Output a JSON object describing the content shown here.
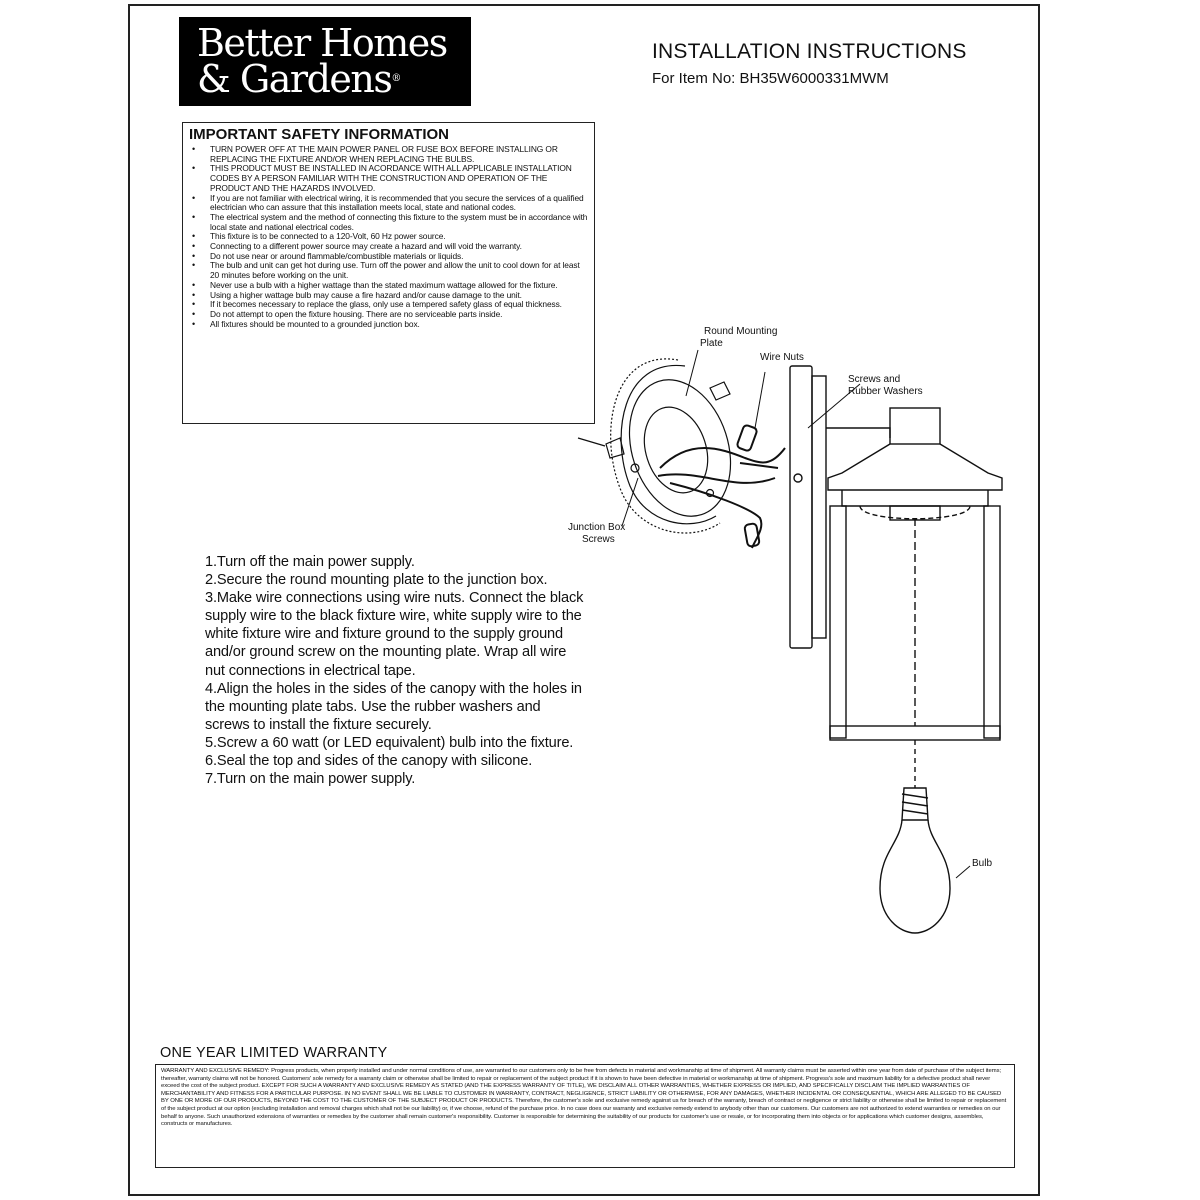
{
  "brand": {
    "line1": "Better Homes",
    "line2": "& Gardens",
    "registered_mark": "®"
  },
  "header": {
    "title": "INSTALLATION INSTRUCTIONS",
    "item_number": "For Item No: BH35W6000331MWM"
  },
  "safety": {
    "heading": "IMPORTANT SAFETY INFORMATION",
    "items": [
      "TURN POWER OFF AT THE MAIN POWER PANEL OR FUSE BOX BEFORE INSTALLING OR REPLACING THE FIXTURE AND/OR WHEN REPLACING THE BULBS.",
      "THIS PRODUCT MUST BE INSTALLED IN ACORDANCE WITH ALL APPLICABLE INSTALLATION CODES BY A PERSON FAMILIAR WITH THE CONSTRUCTION AND OPERATION OF THE PRODUCT AND THE HAZARDS INVOLVED.",
      "If you are not familiar with electrical wiring, it is recommended that you secure the services of a qualified electrician who can assure that this installation meets local, state and national codes.",
      "The electrical system and the method of connecting this fixture to the system must be in accordance with local state and national electrical codes.",
      "This fixture is to be connected to a 120-Volt, 60 Hz power source.",
      "Connecting to a different power source may create a hazard and will void the warranty.",
      "Do not use near or around flammable/combustible materials or liquids.",
      "The bulb and unit can get hot during use. Turn off the power and allow the unit to cool down for at least 20 minutes before working on the unit.",
      "Never use a bulb with a higher wattage than the stated maximum wattage allowed for the fixture.",
      "Using a higher wattage bulb may cause a fire hazard and/or cause damage to the unit.",
      "If it becomes necessary to replace the glass, only use a tempered safety glass of equal thickness.",
      "Do not attempt to open the fixture housing. There are no serviceable parts inside.",
      "All fixtures should be mounted to a grounded junction box."
    ]
  },
  "steps": [
    "1.Turn off the main power supply.",
    "2.Secure the round mounting plate to the junction box.",
    "3.Make wire connections using wire nuts. Connect the black supply wire to the black fixture wire, white supply wire to the white fixture wire and fixture ground to the supply ground and/or ground screw  on the mounting plate. Wrap all wire nut connections in electrical tape.",
    "4.Align the holes in the sides of the canopy with the holes in the mounting plate tabs. Use the rubber washers and screws to install the fixture securely.",
    "5.Screw a 60 watt (or LED equivalent) bulb into the fixture.",
    "6.Seal the top and sides of the canopy with silicone.",
    "7.Turn on the main power supply."
  ],
  "diagram": {
    "labels": {
      "mounting_plate_1": "Round Mounting",
      "mounting_plate_2": "Plate",
      "wire_nuts": "Wire Nuts",
      "screws_1": "Screws and",
      "screws_2": "Rubber Washers",
      "junction_1": "Junction Box",
      "junction_2": "Screws",
      "bulb": "Bulb"
    }
  },
  "warranty": {
    "title": "ONE YEAR LIMITED WARRANTY",
    "text": "WARRANTY AND EXCLUSIVE REMEDY: Progress products, when properly installed and under normal conditions of use, are warranted to our customers only to be free from defects in material and workmanship at time of shipment. All warranty claims must be asserted within one year from date of purchase of the subject items; thereafter, warranty claims will not be honored. Customers' sole remedy for a warranty claim or otherwise shall be limited to repair or replacement of the subject product if it is shown to have been defective in material or workmanship at time of shipment. Progress's sole and maximum liability for a defective product shall never exceed the cost of the subject product. EXCEPT FOR SUCH A WARRANTY AND EXCLUSIVE REMEDY AS STATED (AND THE EXPRESS WARRANTY OF TITLE), WE DISCLAIM ALL OTHER WARRANTIES, WHETHER EXPRESS OR IMPLIED, AND SPECIFICALLY DISCLAIM THE IMPLIED WARRANTIES OF MERCHANTABILITY AND FITNESS FOR A PARTICULAR PURPOSE. IN NO EVENT SHALL WE BE LIABLE TO CUSTOMER IN WARRANTY, CONTRACT, NEGLIGENCE, STRICT LIABILITY OR OTHERWISE, FOR ANY DAMAGES, WHETHER INCIDENTAL OR CONSEQUENTIAL, WHICH ARE ALLEGED TO BE CAUSED BY ONE OR MORE OF OUR PRODUCTS, BEYOND THE COST TO THE CUSTOMER OF THE SUBJECT PRODUCT OR PRODUCTS. Therefore, the customer's sole and exclusive remedy against us for breach of the warranty, breach of contract or negligence or strict liability or otherwise shall be limited to repair or replacement of the subject product at our option (excluding installation and removal charges which shall not be our liability) or, if we choose, refund of the purchase price. In no case does our warranty and exclusive remedy extend to anybody other than our customers. Our customers are not authorized to extend warranties or remedies on our behalf to anyone. Such unauthorized extensions of warranties or remedies by the customer shall remain customer's responsibility. Customer is responsible for determining the suitability of our products for customer's use or resale, or for incorporating them into objects or for applications which customer designs, assembles, constructs or manufactures."
  }
}
